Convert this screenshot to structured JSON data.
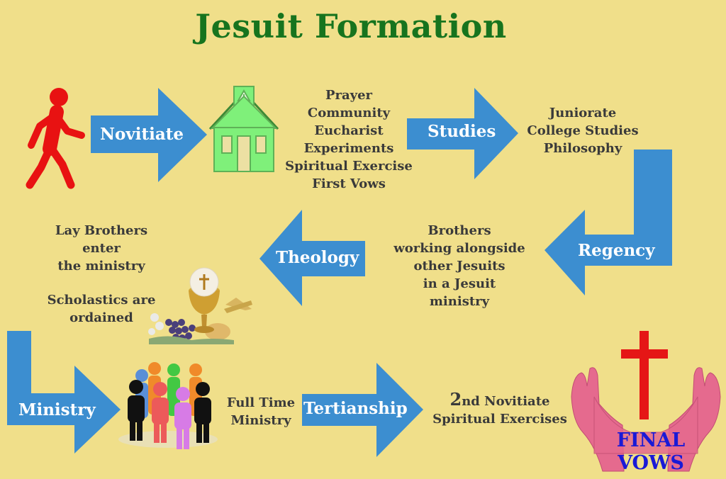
{
  "title": "Jesuit Formation",
  "stages": {
    "novitiate": "Novitiate",
    "studies": "Studies",
    "regency": "Regency",
    "theology": "Theology",
    "ministry": "Ministry",
    "tertianship": "Tertianship"
  },
  "novitiate_items": [
    "Prayer",
    "Community",
    "Eucharist",
    "Experiments",
    "Spiritual Exercise",
    "First Vows"
  ],
  "studies_items": [
    "Juniorate",
    "College Studies",
    "Philosophy"
  ],
  "regency_items": [
    "Brothers",
    "working alongside",
    "other Jesuits",
    "in a Jesuit",
    "ministry"
  ],
  "theology_items": [
    "Lay Brothers",
    "enter",
    "the ministry"
  ],
  "theology_items_2": [
    "Scholastics are",
    "ordained"
  ],
  "ministry_items": [
    "Full Time",
    "Ministry"
  ],
  "tertianship_items": {
    "line1_num": "2",
    "line1_rest": "nd Novitiate",
    "line2": "Spiritual Exercises"
  },
  "final_vows": [
    "FINAL",
    "VOWS"
  ],
  "colors": {
    "background": "#f0df8a",
    "title": "#17741e",
    "arrow": "#3c8ed0",
    "person": "#e81212",
    "house": "#7ff07a",
    "cross": "#e51616",
    "hands": "#e56a8e",
    "final_vows_text": "#1a1ad6"
  },
  "icons": {
    "walker": "walking-person-icon",
    "house": "novitiate-house-icon",
    "chalice": "chalice-icon",
    "people": "group-people-icon",
    "cross": "cross-icon",
    "hands": "open-hands-icon"
  }
}
